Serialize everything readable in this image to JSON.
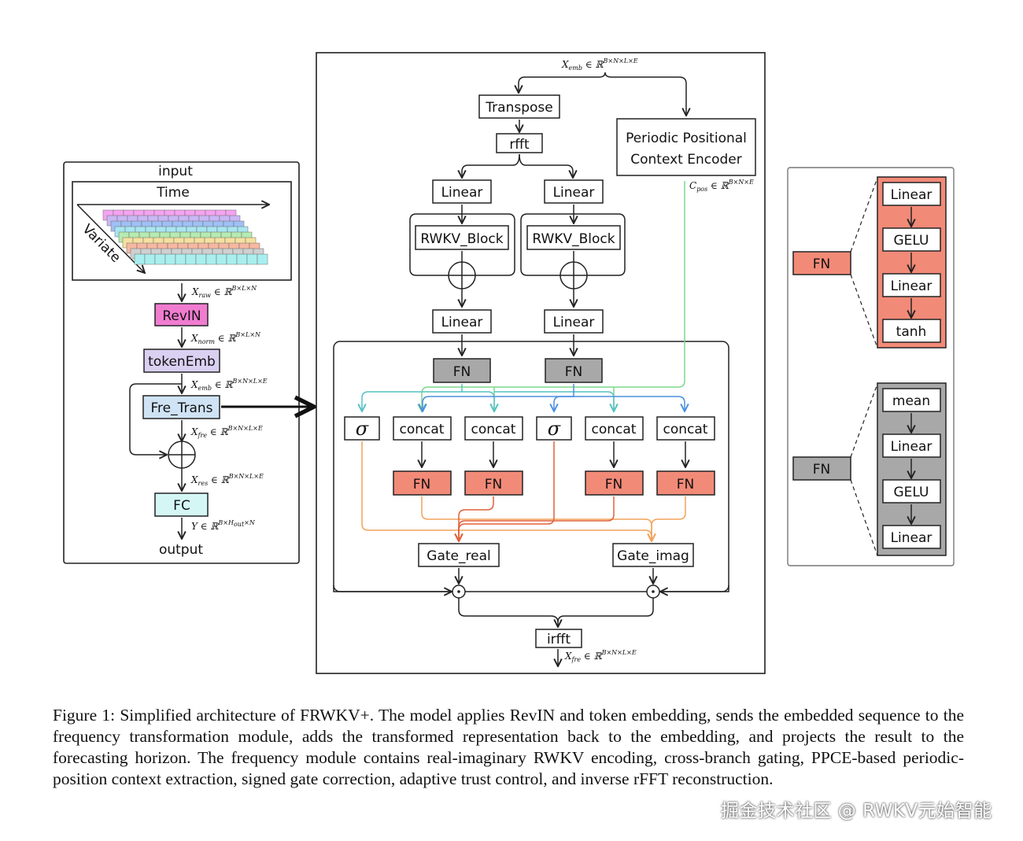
{
  "left_panel": {
    "input_label": "input",
    "time_label": "Time",
    "variate_label": "Variate",
    "revin": "RevIN",
    "token_emb": "tokenEmb",
    "fre_trans": "Fre_Trans",
    "fc": "FC",
    "output_label": "output",
    "eq_raw": {
      "sym": "X",
      "sub": "raw",
      "rest": " ∈ ℝ",
      "sup": "B×L×N"
    },
    "eq_norm": {
      "sym": "X",
      "sub": "norm",
      "rest": " ∈ ℝ",
      "sup": "B×L×N"
    },
    "eq_emb": {
      "sym": "X",
      "sub": "emb",
      "rest": " ∈ ℝ",
      "sup": "B×N×L×E"
    },
    "eq_fre": {
      "sym": "X",
      "sub": "fre",
      "rest": " ∈ ℝ",
      "sup": "B×N×L×E"
    },
    "eq_res": {
      "sym": "X",
      "sub": "res",
      "rest": " ∈ ℝ",
      "sup": "B×N×L×E"
    },
    "eq_y": {
      "sym": "Y",
      "rest": " ∈ ℝ",
      "sup": "B×H",
      "supsub": "out",
      "sup2": "×N"
    }
  },
  "center_panel": {
    "eq_top": {
      "sym": "X",
      "sub": "emb",
      "rest": " ∈ ℝ",
      "sup": "B×N×L×E"
    },
    "transpose": "Transpose",
    "rfft": "rfft",
    "ppce_line1": "Periodic Positional",
    "ppce_line2": "Context Encoder",
    "eq_pos": {
      "sym": "C",
      "sub": "pos",
      "rest": " ∈ ℝ",
      "sup": "B×N×E"
    },
    "linear": "Linear",
    "rwkv_block": "RWKV_Block",
    "fn": "FN",
    "sigma": "σ",
    "concat": "concat",
    "gate_real": "Gate_real",
    "gate_imag": "Gate_imag",
    "irfft": "irfft",
    "eq_bottom": {
      "sym": "X",
      "sub": "fre",
      "rest": " ∈ ℝ",
      "sup": "B×N×L×E"
    }
  },
  "right_panel": {
    "fn": "FN",
    "red_stack": [
      "Linear",
      "GELU",
      "Linear",
      "tanh"
    ],
    "gray_stack": [
      "mean",
      "Linear",
      "GELU",
      "Linear"
    ]
  },
  "colors": {
    "revin": "#f07cd0",
    "token_emb": "#d9d0f2",
    "fre_trans": "#cfe3f5",
    "fc": "#d4f7f5",
    "fn_red": "#f28a78",
    "fn_gray": "#a8a8a8",
    "line_green": "#7bd88a",
    "line_cyan": "#55c2c2",
    "line_blue": "#4a8fe0",
    "line_orange": "#f3a25a",
    "line_red": "#e0603a"
  },
  "caption": "Figure 1: Simplified architecture of FRWKV+. The model applies RevIN and token embedding, sends the embedded sequence to the frequency transformation module, adds the transformed representation back to the embedding, and projects the result to the forecasting horizon. The frequency module contains real-imaginary RWKV encoding, cross-branch gating, PPCE-based periodic-position context extraction, signed gate correction, adaptive trust control, and inverse rFFT reconstruction.",
  "watermark": "掘金技术社区 @ RWKV元始智能"
}
